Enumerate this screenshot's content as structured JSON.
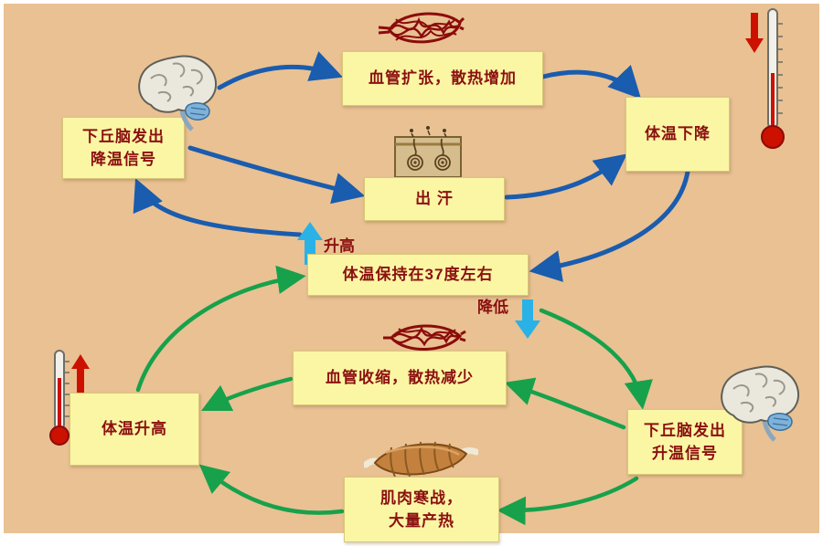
{
  "colors": {
    "background": "#e9c193",
    "box_fill": "#faf6a4",
    "box_border": "#d8c878",
    "box_text": "#8b1010",
    "arrow_blue": "#1a5cae",
    "arrow_green": "#17a14b",
    "arrow_cyan": "#2ab2e6",
    "arrow_red": "#cc1100",
    "vessel_red": "#8b0b0b"
  },
  "boxes": {
    "cool_signal": {
      "line1": "下丘脑发出",
      "line2": "降温信号"
    },
    "vasodilation": {
      "line1": "血管扩张，散热增加"
    },
    "sweat": {
      "line1": "出 汗"
    },
    "temp_drop": {
      "line1": "体温下降"
    },
    "normal": {
      "line1": "体温保持在37度左右"
    },
    "vasoconstriction": {
      "line1": "血管收缩，散热减少"
    },
    "temp_rise": {
      "line1": "体温升高"
    },
    "shiver": {
      "line1": "肌肉寒战，",
      "line2": "大量产热"
    },
    "warm_signal": {
      "line1": "下丘脑发出",
      "line2": "升温信号"
    }
  },
  "labels": {
    "rise": "升高",
    "fall": "降低"
  },
  "illustrations": {
    "brain_top_left": "brain-icon",
    "brain_bottom_right": "brain-icon",
    "vessel_dilated": "dilated-blood-vessel-icon",
    "vessel_constricted": "constricted-blood-vessel-icon",
    "skin_sweat_gland": "skin-sweat-gland-icon",
    "muscle": "muscle-icon",
    "thermometer_right": "thermometer-falling-icon",
    "thermometer_left": "thermometer-rising-icon"
  }
}
